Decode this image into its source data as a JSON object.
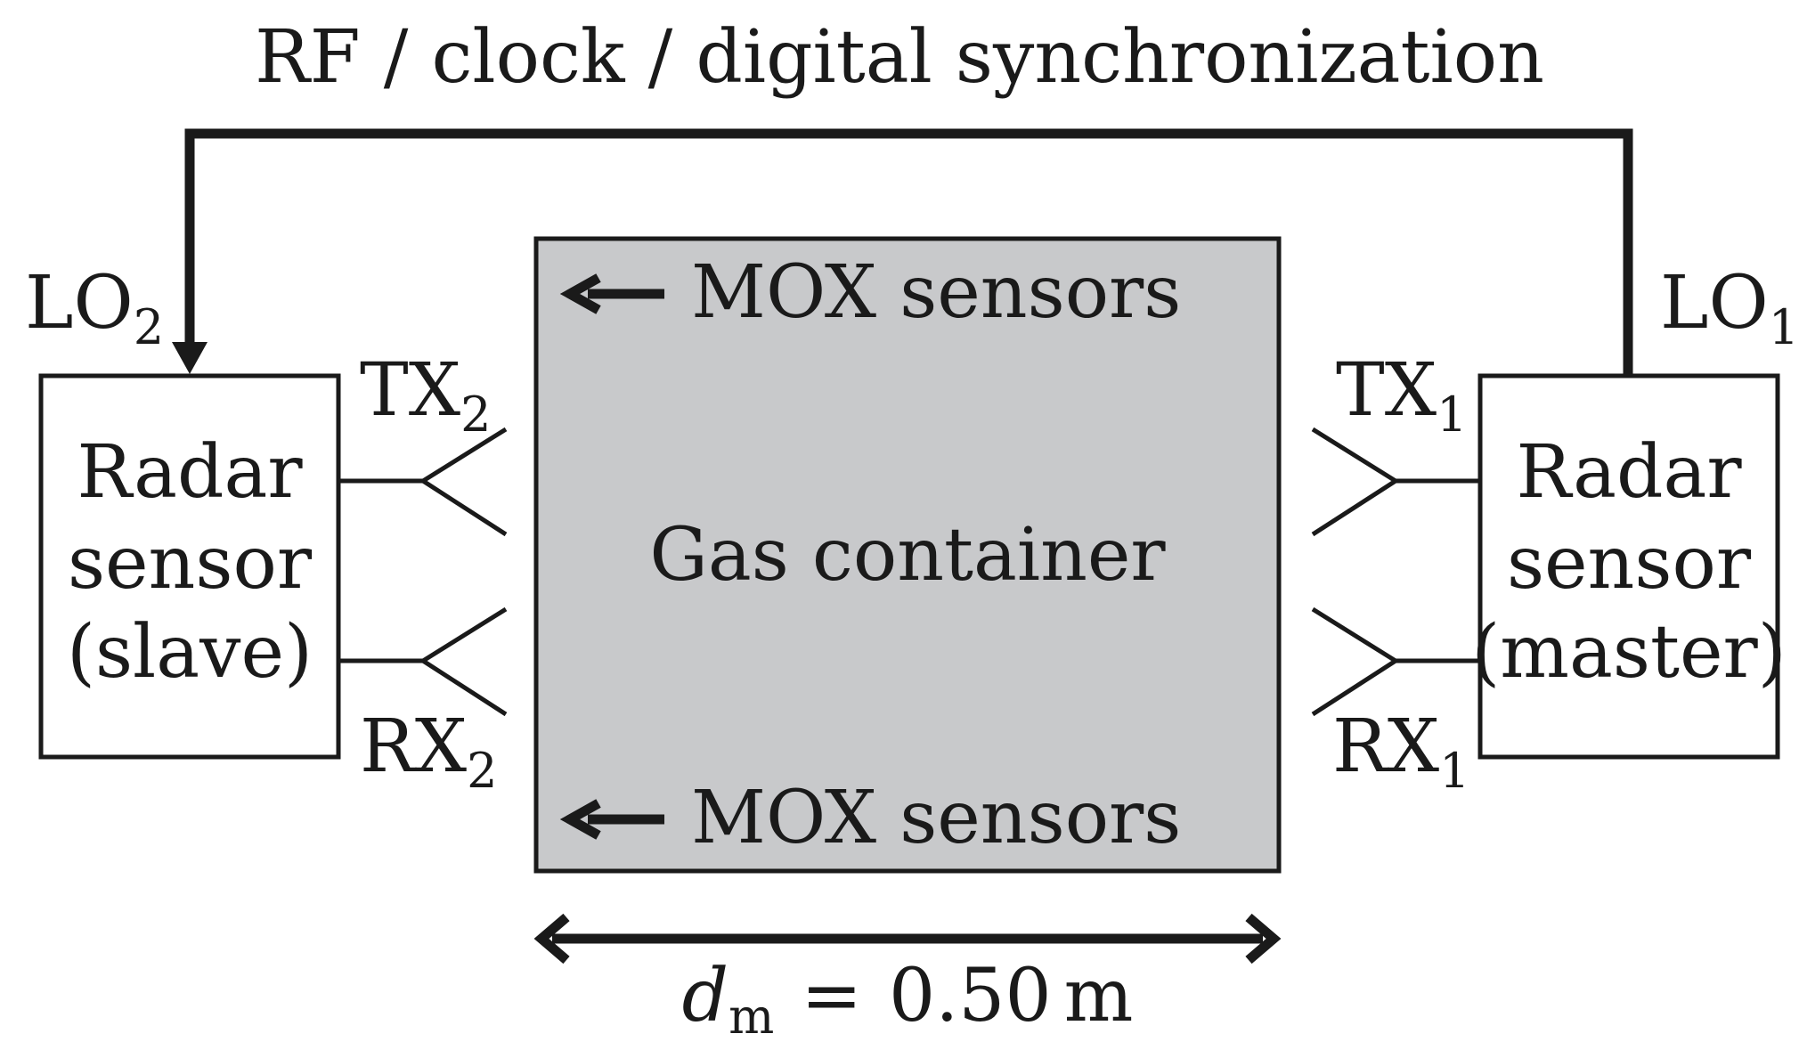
{
  "sync_label": "RF / clock / digital synchronization",
  "container": {
    "label": "Gas container",
    "fill_color": "#c8c9cb",
    "mox_top": "MOX sensors",
    "mox_bottom": "MOX sensors"
  },
  "slave": {
    "line1": "Radar",
    "line2": "sensor",
    "line3": "(slave)",
    "lo_main": "LO",
    "lo_sub": "2",
    "tx_main": "TX",
    "tx_sub": "2",
    "rx_main": "RX",
    "rx_sub": "2"
  },
  "master": {
    "line1": "Radar",
    "line2": "sensor",
    "line3": "(master)",
    "lo_main": "LO",
    "lo_sub": "1",
    "tx_main": "TX",
    "tx_sub": "1",
    "rx_main": "RX",
    "rx_sub": "1"
  },
  "distance": {
    "symbol": "d",
    "sub": "m",
    "equals": "=",
    "value": "0.50",
    "unit": "m"
  }
}
